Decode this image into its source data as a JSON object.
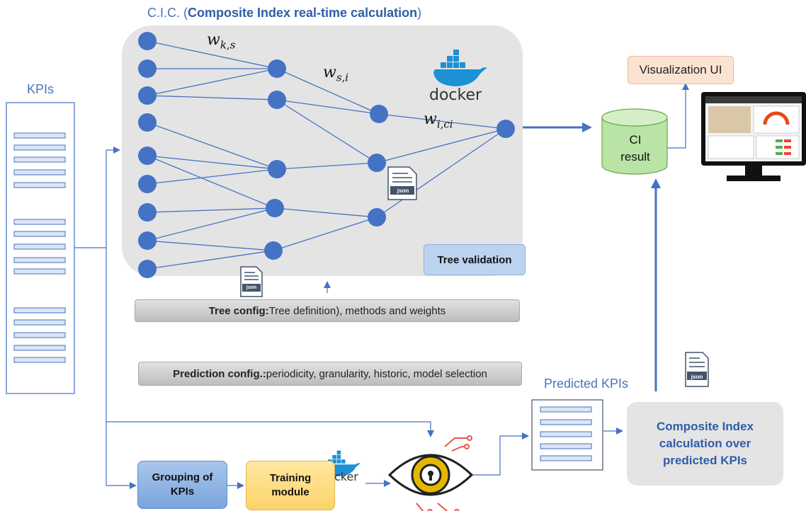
{
  "cic_title_prefix": "C.I.C. (",
  "cic_title_bold": "Composite Index real-time calculation",
  "cic_title_suffix": ")",
  "kpis_label": "KPIs",
  "weights": {
    "w1_base": "w",
    "w1_sub": "k,s",
    "w2_base": "w",
    "w2_sub": "s,i",
    "w3_base": "w",
    "w3_sub": "i,ci"
  },
  "docker_word": "docker",
  "json_label": "json",
  "tree_validation": "Tree validation",
  "tree_config_bold": "Tree config:",
  "tree_config_text": " Tree definition), methods and weights",
  "prediction_config_bold": "Prediction config.:",
  "prediction_config_text": " periodicity, granularity, historic, model selection",
  "visualization_ui": "Visualization UI",
  "ci_result_line1": "CI",
  "ci_result_line2": "result",
  "predicted_kpis_label": "Predicted KPIs",
  "composite_pred_line1": "Composite Index",
  "composite_pred_line2": "calculation over",
  "composite_pred_line3": "predicted KPIs",
  "grouping_line1": "Grouping of",
  "grouping_line2": "KPIs",
  "training_line1": "Training",
  "training_line2": "module",
  "colors": {
    "accent_blue": "#4472c4",
    "node_blue": "#4472c4",
    "cylinder_green": "#b9e4a6",
    "panel_gray": "#e4e4e4"
  }
}
